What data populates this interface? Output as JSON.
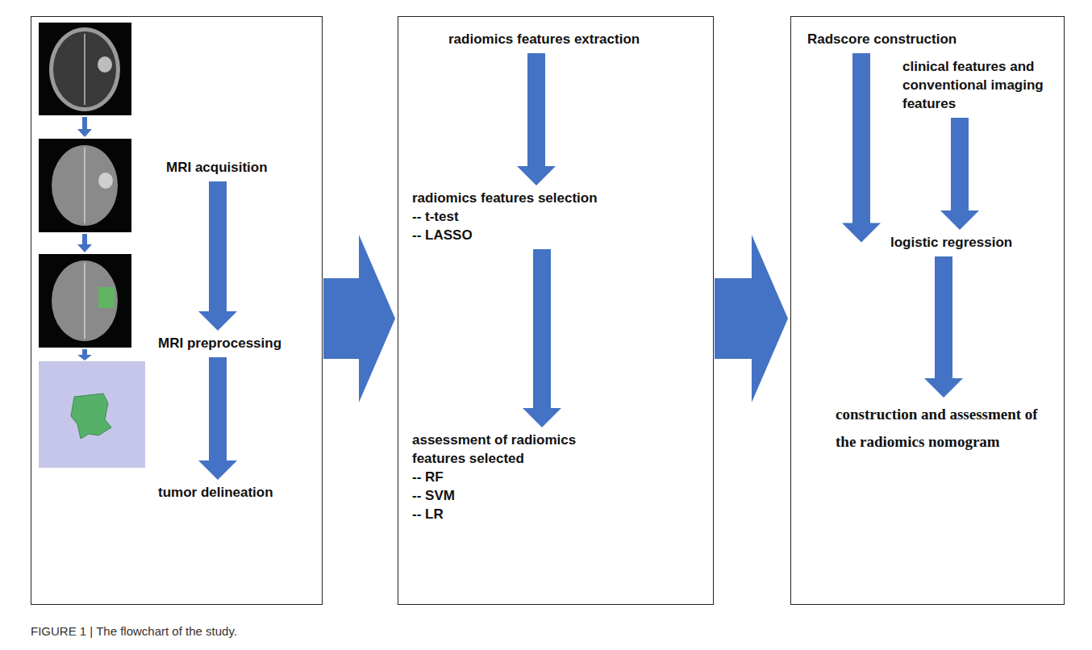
{
  "diagram": {
    "caption": "FIGURE 1 | The flowchart of the study.",
    "nodes": [
      {
        "text": []
      },
      {
        "text": [
          "MRI acquisition"
        ],
        "in": 0
      },
      {
        "text": [
          "MRI preprocessing"
        ],
        "in": 0
      },
      {
        "text": [
          "tumor delineation"
        ],
        "in": 0
      },
      {
        "text": []
      },
      {
        "text": [
          "radiomics features extraction"
        ],
        "in": 4
      },
      {
        "text": [
          "radiomics features selection",
          "-- t-test",
          "-- LASSO"
        ],
        "in": 4
      },
      {
        "text": [
          "assessment of radiomics features selected",
          "-- RF",
          "-- SVM",
          "-- LR"
        ],
        "in": 4
      },
      {
        "text": []
      },
      {
        "text": [
          "Radscore construction"
        ],
        "in": 8
      },
      {
        "text": [
          "clinical features and conventional imaging features"
        ],
        "in": 8
      },
      {
        "text": [
          "logistic regression"
        ],
        "in": 8
      },
      {
        "text": [
          "construction and assessment of the radiomics nomogram"
        ],
        "in": 8
      }
    ],
    "edges": [
      {
        "from": 0,
        "to": 4,
        "arrow": "to"
      },
      {
        "from": 4,
        "to": 8,
        "arrow": "to"
      },
      {
        "from": 1,
        "to": 2,
        "arrow": "to"
      },
      {
        "from": 2,
        "to": 3,
        "arrow": "to"
      },
      {
        "from": 5,
        "to": 6,
        "arrow": "to"
      },
      {
        "from": 6,
        "to": 7,
        "arrow": "to"
      },
      {
        "from": 9,
        "to": 11,
        "arrow": "to"
      },
      {
        "from": 10,
        "to": 11,
        "arrow": "to"
      },
      {
        "from": 11,
        "to": 12,
        "arrow": "to"
      }
    ]
  }
}
